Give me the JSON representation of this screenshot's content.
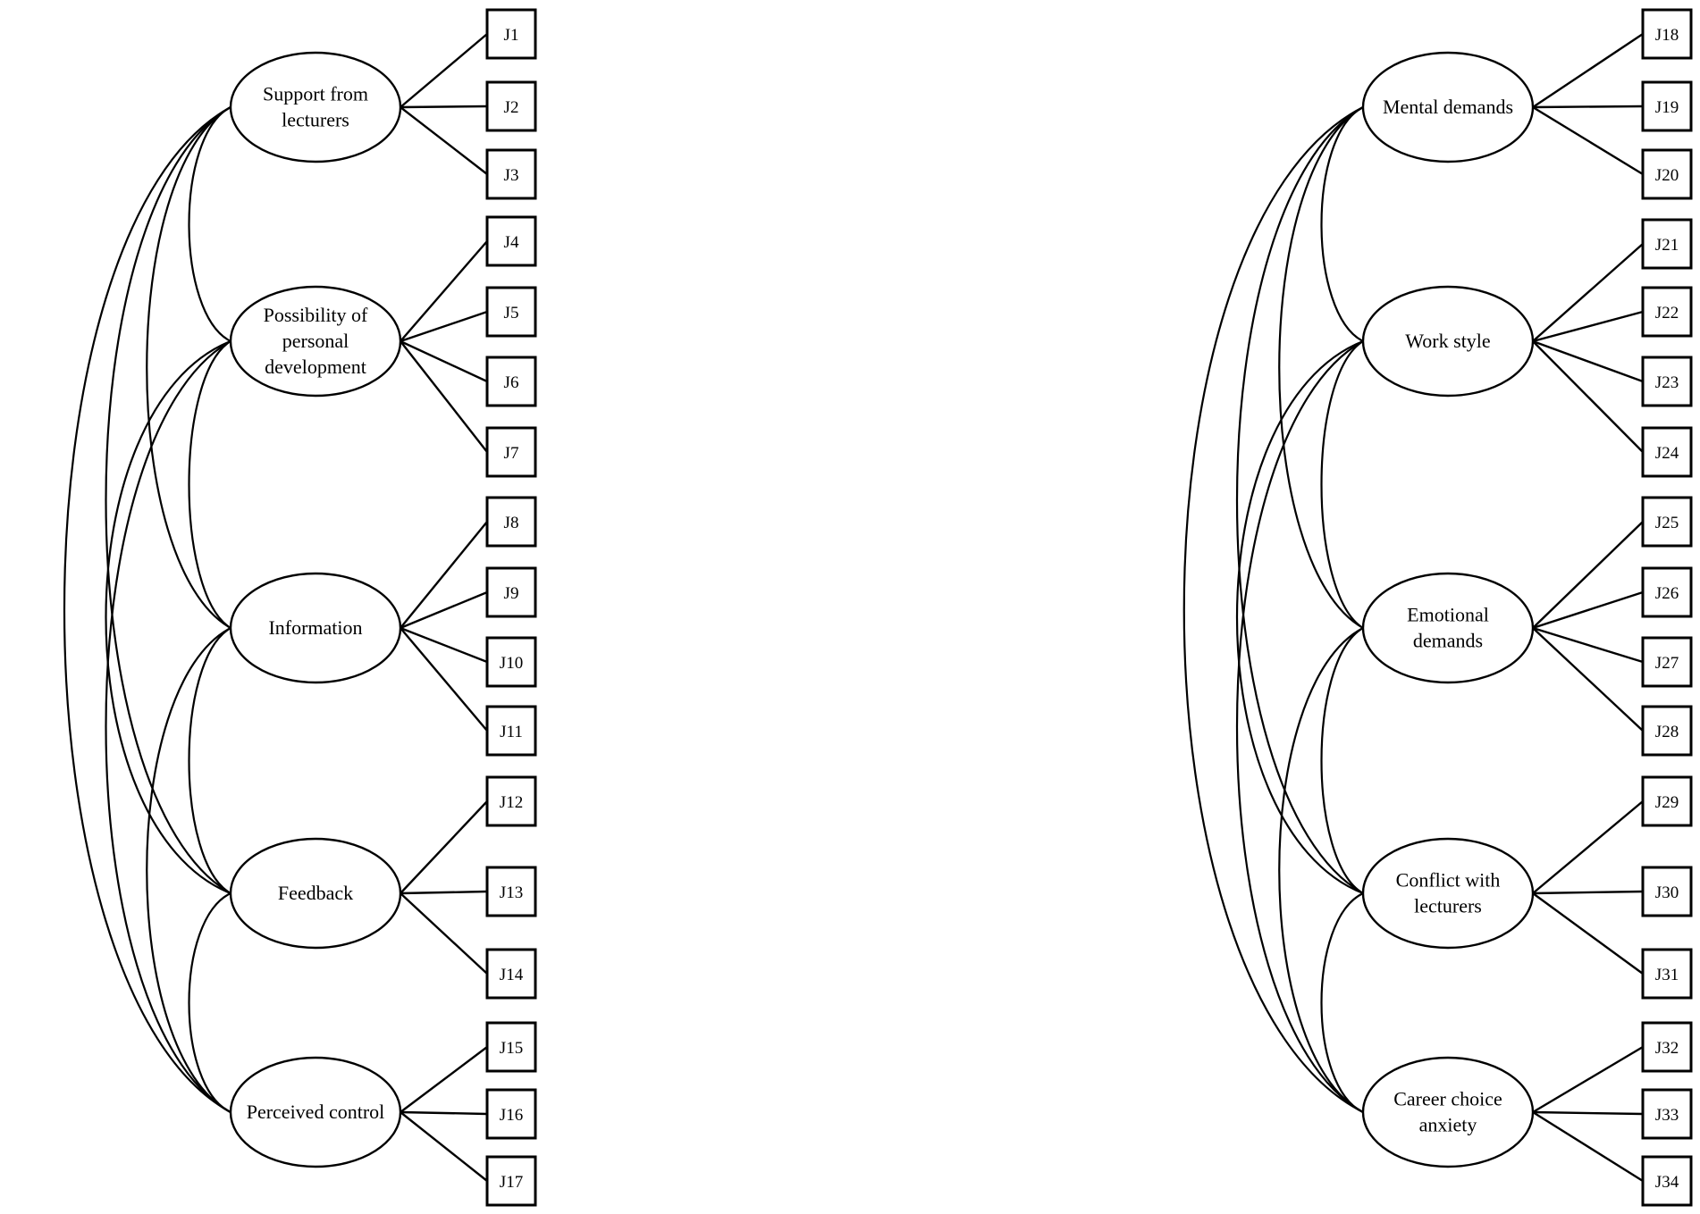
{
  "left_model": {
    "factors": [
      {
        "lines": [
          "Support from",
          "lecturers"
        ],
        "indicators": [
          "J1",
          "J2",
          "J3"
        ]
      },
      {
        "lines": [
          "Possibility of",
          "personal",
          "development"
        ],
        "indicators": [
          "J4",
          "J5",
          "J6",
          "J7"
        ]
      },
      {
        "lines": [
          "Information"
        ],
        "indicators": [
          "J8",
          "J9",
          "J10",
          "J11"
        ]
      },
      {
        "lines": [
          "Feedback"
        ],
        "indicators": [
          "J12",
          "J13",
          "J14"
        ]
      },
      {
        "lines": [
          "Perceived control"
        ],
        "indicators": [
          "J15",
          "J16",
          "J17"
        ]
      }
    ]
  },
  "right_model": {
    "factors": [
      {
        "lines": [
          "Mental demands"
        ],
        "indicators": [
          "J18",
          "J19",
          "J20"
        ]
      },
      {
        "lines": [
          "Work style"
        ],
        "indicators": [
          "J21",
          "J22",
          "J23",
          "J24"
        ]
      },
      {
        "lines": [
          "Emotional",
          "demands"
        ],
        "indicators": [
          "J25",
          "J26",
          "J27",
          "J28"
        ]
      },
      {
        "lines": [
          "Conflict with",
          "lecturers"
        ],
        "indicators": [
          "J29",
          "J30",
          "J31"
        ]
      },
      {
        "lines": [
          "Career choice",
          "anxiety"
        ],
        "indicators": [
          "J32",
          "J33",
          "J34"
        ]
      }
    ]
  }
}
